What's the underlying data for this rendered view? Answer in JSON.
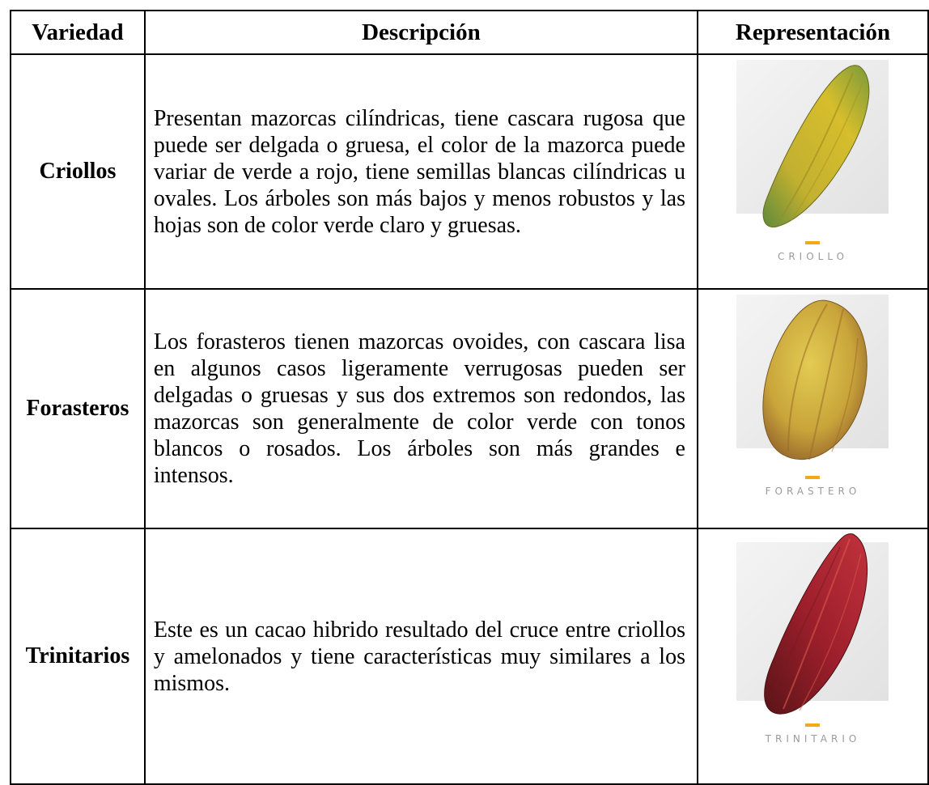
{
  "table": {
    "headers": [
      "Variedad",
      "Descripción",
      "Representación"
    ],
    "rows": [
      {
        "variety": "Criollos",
        "description": "Presentan mazorcas cilíndricas, tiene cascara rugosa que puede ser delgada o gruesa, el color de la mazorca puede variar de verde a rojo, tiene semillas blancas cilíndricas u ovales. Los árboles son más bajos y menos robustos y las hojas son de color verde claro y gruesas.",
        "image_label": "CRIOLLO"
      },
      {
        "variety": "Forasteros",
        "description": "Los forasteros tienen mazorcas ovoides, con cascara lisa en algunos casos ligeramente verrugosas pueden ser delgadas o gruesas y sus dos extremos son redondos, las mazorcas son generalmente de color verde con tonos blancos o rosados. Los árboles son más grandes e intensos.",
        "image_label": "FORASTERO"
      },
      {
        "variety": "Trinitarios",
        "description": "Este es un cacao hibrido resultado del cruce entre criollos y amelonados y tiene características muy similares a los mismos.",
        "image_label": "TRINITARIO"
      }
    ]
  },
  "colors": {
    "criollo_pod": "#c9b32a",
    "forastero_pod": "#c9a43a",
    "trinitario_pod": "#9e1f2c",
    "label_dash": "#f3a818"
  }
}
